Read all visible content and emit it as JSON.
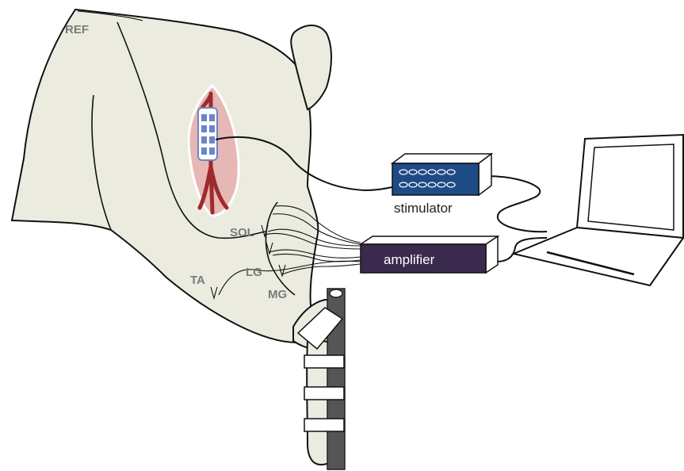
{
  "labels": {
    "ref": "REF",
    "sol": "SOL",
    "lg": "LG",
    "ta": "TA",
    "mg": "MG",
    "stimulator": "stimulator",
    "amplifier": "amplifier"
  },
  "colors": {
    "skin": "#ecebe0",
    "outline": "#111111",
    "incision": "#e7b7b6",
    "spinal_cord": "#9d2b2b",
    "electrode_array": "#6b86c7",
    "stimulator_face": "#1e4a86",
    "amplifier_face": "#3a2a4e",
    "label_grey": "#7a7a7a",
    "stand": "#555555"
  },
  "icons": {
    "laptop": "laptop-icon",
    "electrode": "electrode-array-icon"
  }
}
